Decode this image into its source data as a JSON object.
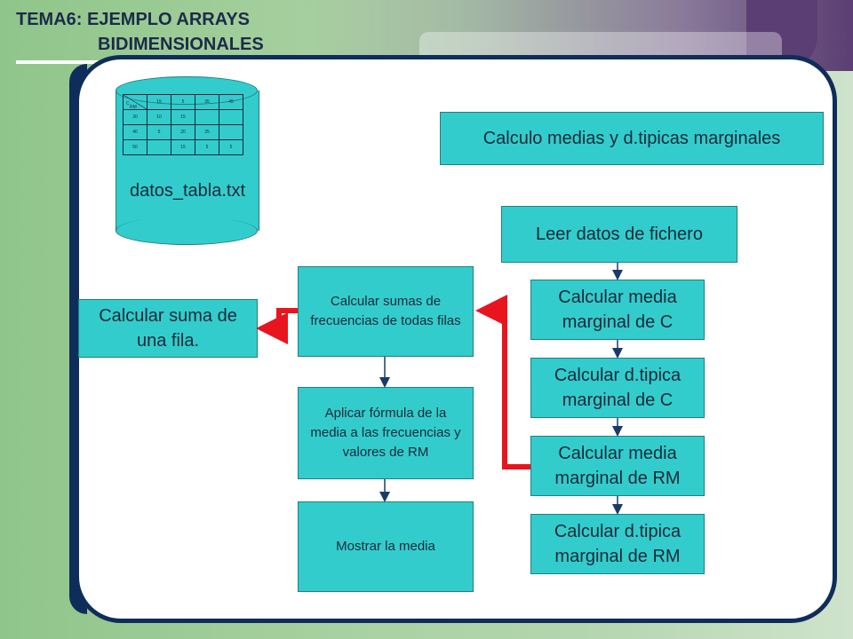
{
  "header": {
    "title_line1": "TEMA6: EJEMPLO ARRAYS",
    "title_line2": "BIDIMENSIONALES"
  },
  "file": {
    "name": "datos_tabla.txt",
    "table_header": {
      "corner_c": "C",
      "corner_rm": "RM"
    },
    "table_rows": [
      [
        "",
        "15",
        "5",
        "35",
        "45"
      ],
      [
        "30",
        "10",
        "15",
        "",
        ""
      ],
      [
        "40",
        "5",
        "20",
        "25",
        ""
      ],
      [
        "50",
        "",
        "15",
        "5",
        "5"
      ]
    ]
  },
  "main_title": "Calculo medias y d.tipicas marginales",
  "steps": {
    "read": "Leer datos de fichero",
    "media_c": "Calcular media marginal de C",
    "dtipica_c": "Calcular d.tipica marginal de C",
    "media_rm": "Calcular media marginal de RM",
    "dtipica_rm": "Calcular d.tipica marginal de RM"
  },
  "substeps": {
    "sumas": "Calcular sumas de frecuencias de todas filas",
    "formula": "Aplicar fórmula de la media a las frecuencias y valores de RM",
    "mostrar": "Mostrar la media"
  },
  "subsub": {
    "suma_fila": "Calcular suma de una fila."
  },
  "colors": {
    "box": "#33cccc",
    "frame": "#0f2d5a",
    "highlight_arrow": "#e8141e",
    "arrow": "#1a3a6a"
  }
}
